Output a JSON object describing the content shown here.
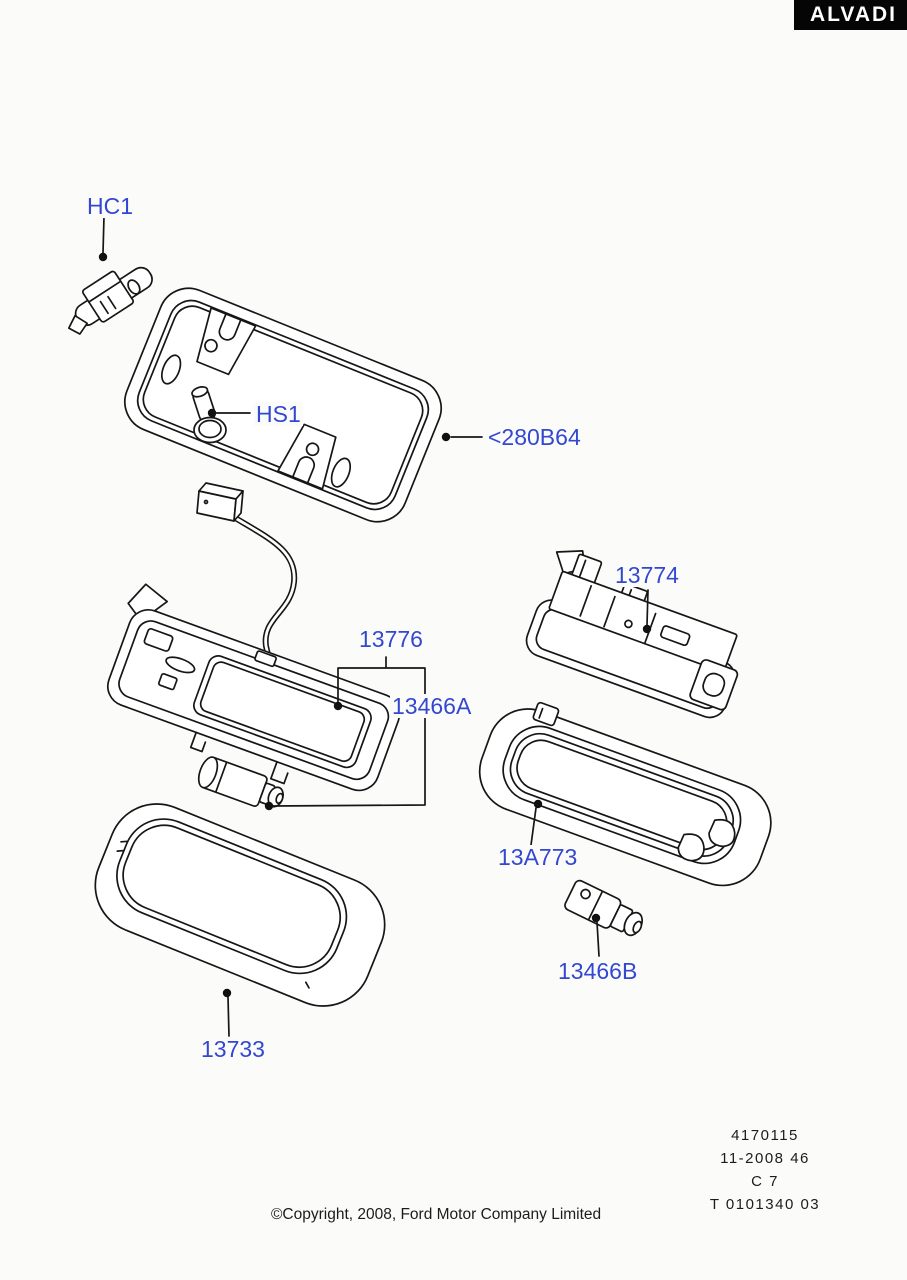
{
  "logo": {
    "text": "ALVADI"
  },
  "diagram": {
    "description": "Ford interior and license plate lamp exploded parts diagram",
    "callouts": [
      {
        "id": "hc1",
        "text": "HC1"
      },
      {
        "id": "hs1",
        "text": "HS1"
      },
      {
        "id": "280b64",
        "text": "<280B64"
      },
      {
        "id": "13774",
        "text": "13774"
      },
      {
        "id": "13776",
        "text": "13776"
      },
      {
        "id": "13466a",
        "text": "13466A"
      },
      {
        "id": "13a773",
        "text": "13A773"
      },
      {
        "id": "13466b",
        "text": "13466B"
      },
      {
        "id": "13733",
        "text": "13733"
      }
    ]
  },
  "footer": {
    "drawing_number": "4170115",
    "date_code": "11-2008 46",
    "sheet_code": "C 7",
    "plate_code": "T 0101340 03",
    "copyright": "©Copyright, 2008, Ford Motor Company Limited"
  },
  "colors": {
    "callout_blue": "#3347d1",
    "line_black": "#161616",
    "logo_bg": "#050505",
    "logo_text": "#ffffff"
  }
}
